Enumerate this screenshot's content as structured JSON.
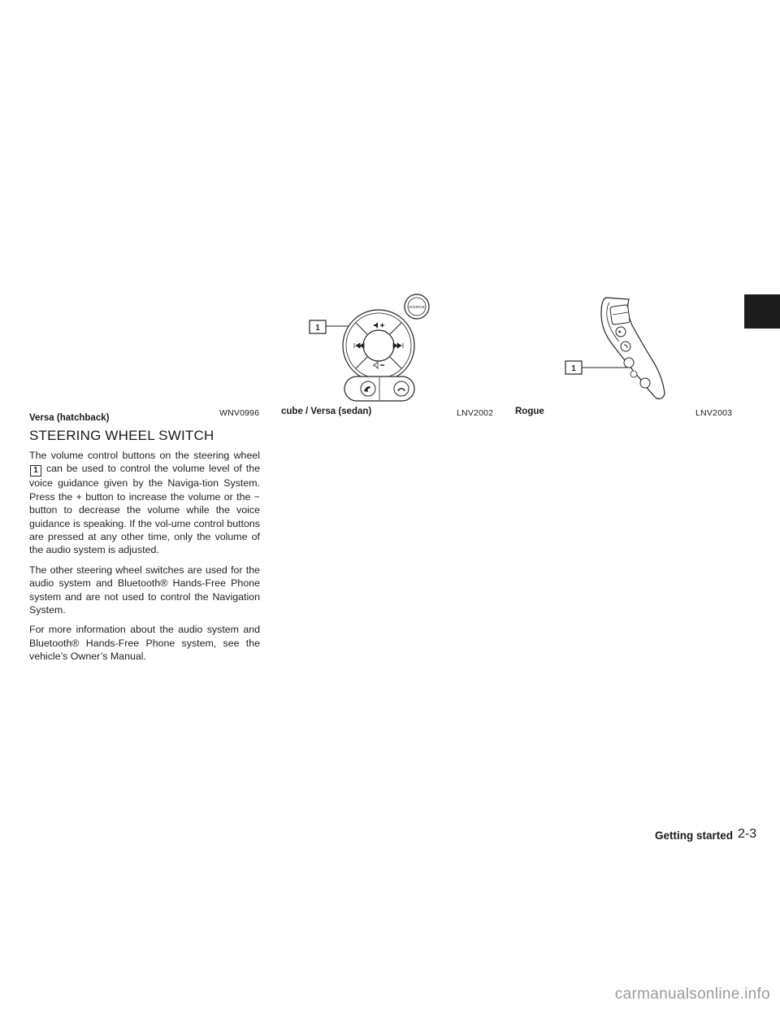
{
  "figures": [
    {
      "label": "Versa (hatchback)",
      "code": "WNV0996"
    },
    {
      "label": "cube / Versa (sedan)",
      "code": "LNV2002",
      "callout": "1",
      "button_text": "SOURCE"
    },
    {
      "label": "Rogue",
      "code": "LNV2003",
      "callout": "1"
    }
  ],
  "section": {
    "heading": "STEERING WHEEL SWITCH",
    "p1_before": "The volume control buttons on the steering wheel",
    "p1_callout": "1",
    "p1_after": " can be used to control the volume level of the voice guidance given by the Naviga-tion System. Press the + button to increase the volume or the − button to decrease the volume while the voice guidance is speaking. If the vol-ume control buttons are pressed at any other time, only the volume of the audio system is adjusted.",
    "p2": "The other steering wheel switches are used for the audio system and Bluetooth® Hands-Free Phone system and are not used to control the Navigation System.",
    "p3": "For more information about the audio system and Bluetooth® Hands-Free Phone system, see the vehicle’s Owner’s Manual."
  },
  "footer": {
    "section": "Getting started",
    "page": "2-3"
  },
  "watermark": "carmanualsonline.info",
  "colors": {
    "ink": "#1a1a1a",
    "tab": "#1d1d1d",
    "watermark": "#9a9a9a"
  }
}
